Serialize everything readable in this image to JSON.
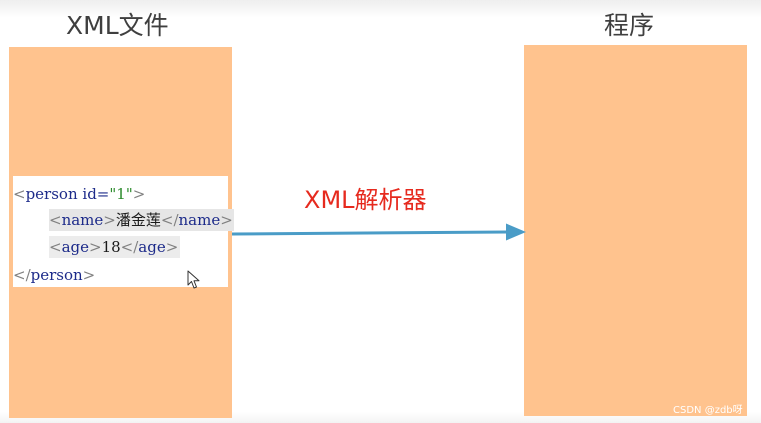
{
  "headings": {
    "left": "XML文件",
    "right": "程序"
  },
  "code": {
    "line1": {
      "open": "<",
      "tag": "person",
      "attr": " id=",
      "value": "\"1\"",
      "close": ">"
    },
    "line2": {
      "open": "<",
      "tag": "name",
      "close": ">",
      "text": "潘金莲",
      "end_open": "</",
      "end_tag": "name",
      "end_close": ">"
    },
    "line3": {
      "open": "<",
      "tag": "age",
      "close": ">",
      "text": "18",
      "end_open": "</",
      "end_tag": "age",
      "end_close": ">"
    },
    "line4": {
      "end_open": "</",
      "end_tag": "person",
      "end_close": ">"
    }
  },
  "arrow": {
    "label": "XML解析器",
    "color": "#4a9cc7",
    "label_color": "#e62a1e"
  },
  "panel_color": "#ffc38e",
  "cursor": "mouse-pointer-icon",
  "watermark": "CSDN @zdb呀"
}
